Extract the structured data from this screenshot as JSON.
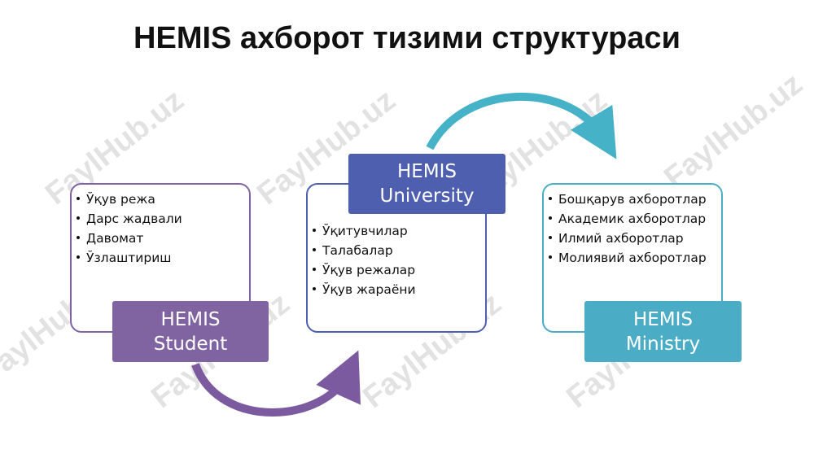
{
  "title": "HEMIS ахборот тизими структураси",
  "nodes": [
    {
      "id": "student",
      "label_line1": "HEMIS",
      "label_line2": "Student",
      "color": "#8064a2",
      "items": [
        "Ўқув режа",
        "Дарс жадвали",
        "Давомат",
        "Ўзлаштириш"
      ]
    },
    {
      "id": "university",
      "label_line1": "HEMIS",
      "label_line2": "University",
      "color": "#4f5fb0",
      "items": [
        "Ўқитувчилар",
        "Талабалар",
        "Ўқув режалар",
        "Ўқув жараёни"
      ]
    },
    {
      "id": "ministry",
      "label_line1": "HEMIS",
      "label_line2": "Ministry",
      "color": "#4bacc6",
      "items": [
        "Бошқарув ахборотлар",
        "Академик ахборотлар",
        "Илмий ахборотлар",
        "Молиявий ахборотлар"
      ]
    }
  ],
  "watermark": "FaylHub.uz",
  "arrow_colors": {
    "student_to_university": "#7b5aa0",
    "university_to_ministry": "#45b2c8"
  }
}
